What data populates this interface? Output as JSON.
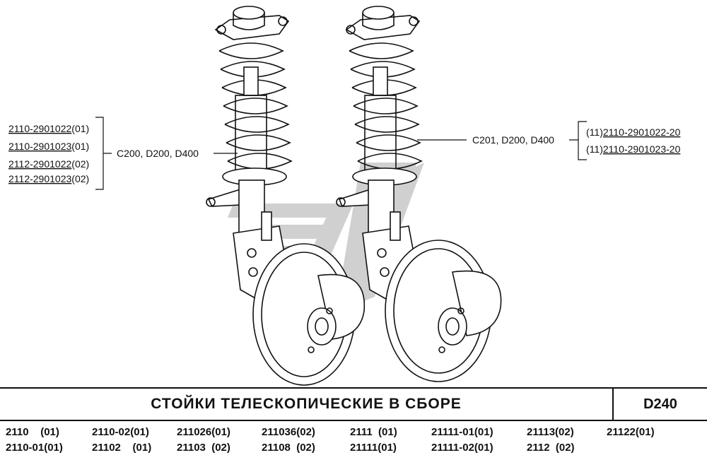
{
  "parts_left": [
    {
      "code": "2110-2901022",
      "suffix": "(01)"
    },
    {
      "code": "2110-2901023",
      "suffix": "(01)"
    },
    {
      "code": "2112-2901022",
      "suffix": "(02)"
    },
    {
      "code": "2112-2901023",
      "suffix": "(02)"
    }
  ],
  "parts_right": [
    {
      "prefix": "(11)",
      "code": "2110-2901022-20"
    },
    {
      "prefix": "(11)",
      "code": "2110-2901023-20"
    }
  ],
  "callouts": {
    "left": "C200, D200, D400",
    "right": "C201, D200, D400"
  },
  "title": "СТОЙКИ  ТЕЛЕСКОПИЧЕСКИЕ  В СБОРЕ",
  "page_code": "D240",
  "models": [
    [
      "2110    (01)",
      "2110-01(01)"
    ],
    [
      "2110-02(01)",
      "21102    (01)"
    ],
    [
      "211026(01)",
      "21103  (02)"
    ],
    [
      "211036(02)",
      "21108  (02)"
    ],
    [
      "2111  (01)",
      "21111(01)"
    ],
    [
      "21111-01(01)",
      "21111-02(01)"
    ],
    [
      "21113(02)",
      "2112  (02)"
    ],
    [
      "21122(01)",
      ""
    ]
  ],
  "colors": {
    "ink": "#111111",
    "watermark": "#c8c8c8",
    "paper": "#ffffff"
  }
}
